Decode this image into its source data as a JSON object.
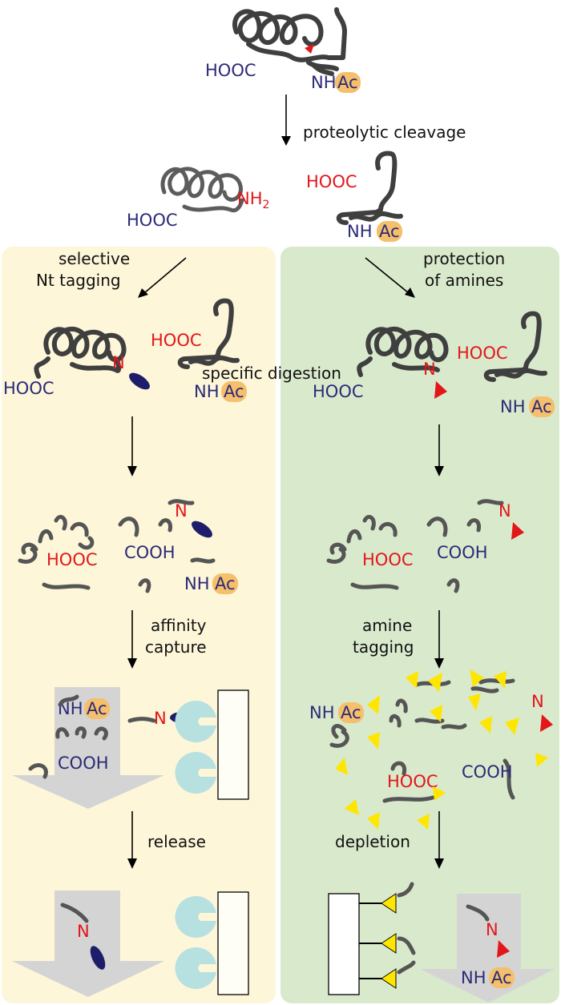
{
  "labels": {
    "proteolytic_cleavage": "proteolytic cleavage",
    "selective_nt_tagging_line1": "selective",
    "selective_nt_tagging_line2": "Nt tagging",
    "protection_line1": "protection",
    "protection_line2": "of amines",
    "specific_digestion": "specific digestion",
    "affinity_line1": "affinity",
    "affinity_line2": "capture",
    "amine_tagging_line1": "amine",
    "amine_tagging_line2": "tagging",
    "release": "release",
    "depletion": "depletion"
  },
  "chem": {
    "hooc": "HOOC",
    "cooh": "COOH",
    "nh": "NH",
    "nh2_main": "NH",
    "nh2_sub": "2",
    "ac": "Ac",
    "n": "N"
  },
  "colors": {
    "left_panel": "#fdf6d9",
    "right_panel": "#d9e9cc",
    "navy": "#2a2a78",
    "red": "#e2161b",
    "ac_badge": "#f5bf6b",
    "tag_ellipse": "#1d1d6a",
    "bead": "#b7e0e0",
    "yellow_tag": "#ffe600",
    "gray_arrow": "#d4d4d4"
  }
}
